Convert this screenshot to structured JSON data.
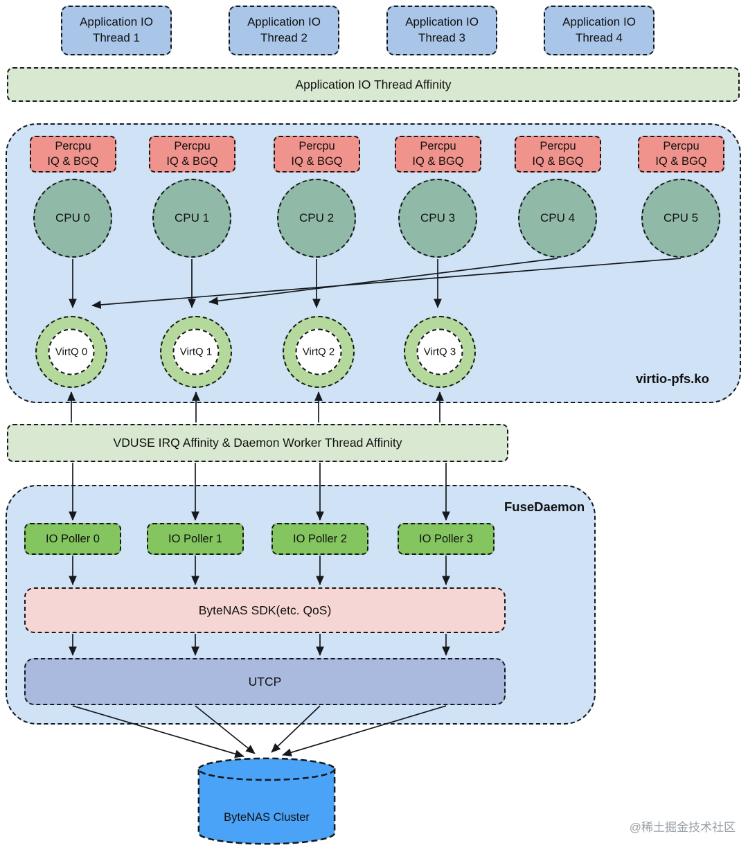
{
  "colors": {
    "thread_box": "#a9c5e8",
    "affinity_band": "#d9e8d1",
    "module_container": "#cfe2f6",
    "percpu_box": "#f0938c",
    "cpu_circle": "#90b9a8",
    "virtq_ring": "#b5d99c",
    "io_poller_box": "#84c55f",
    "sdk_band": "#f6d6d4",
    "utcp_band": "#a9bade",
    "cluster_cylinder": "#4aa3f6"
  },
  "app_threads": [
    "Application IO\nThread 1",
    "Application IO\nThread 2",
    "Application IO\nThread 3",
    "Application IO\nThread 4"
  ],
  "app_affinity_band": "Application IO Thread Affinity",
  "virtio_module": {
    "label": "virtio-pfs.ko",
    "percpu_label": "Percpu\nIQ & BGQ",
    "cpus": [
      "CPU 0",
      "CPU 1",
      "CPU 2",
      "CPU 3",
      "CPU 4",
      "CPU 5"
    ],
    "virtqueues": [
      "VirtQ 0",
      "VirtQ 1",
      "VirtQ 2",
      "VirtQ 3"
    ]
  },
  "vduse_affinity_band": "VDUSE IRQ Affinity & Daemon Worker Thread Affinity",
  "fuse_daemon": {
    "label": "FuseDaemon",
    "io_pollers": [
      "IO Poller 0",
      "IO Poller 1",
      "IO Poller 2",
      "IO Poller 3"
    ],
    "sdk_band": "ByteNAS SDK(etc. QoS)",
    "utcp_band": "UTCP"
  },
  "cluster_label": "ByteNAS Cluster",
  "watermark": "@稀土掘金技术社区"
}
